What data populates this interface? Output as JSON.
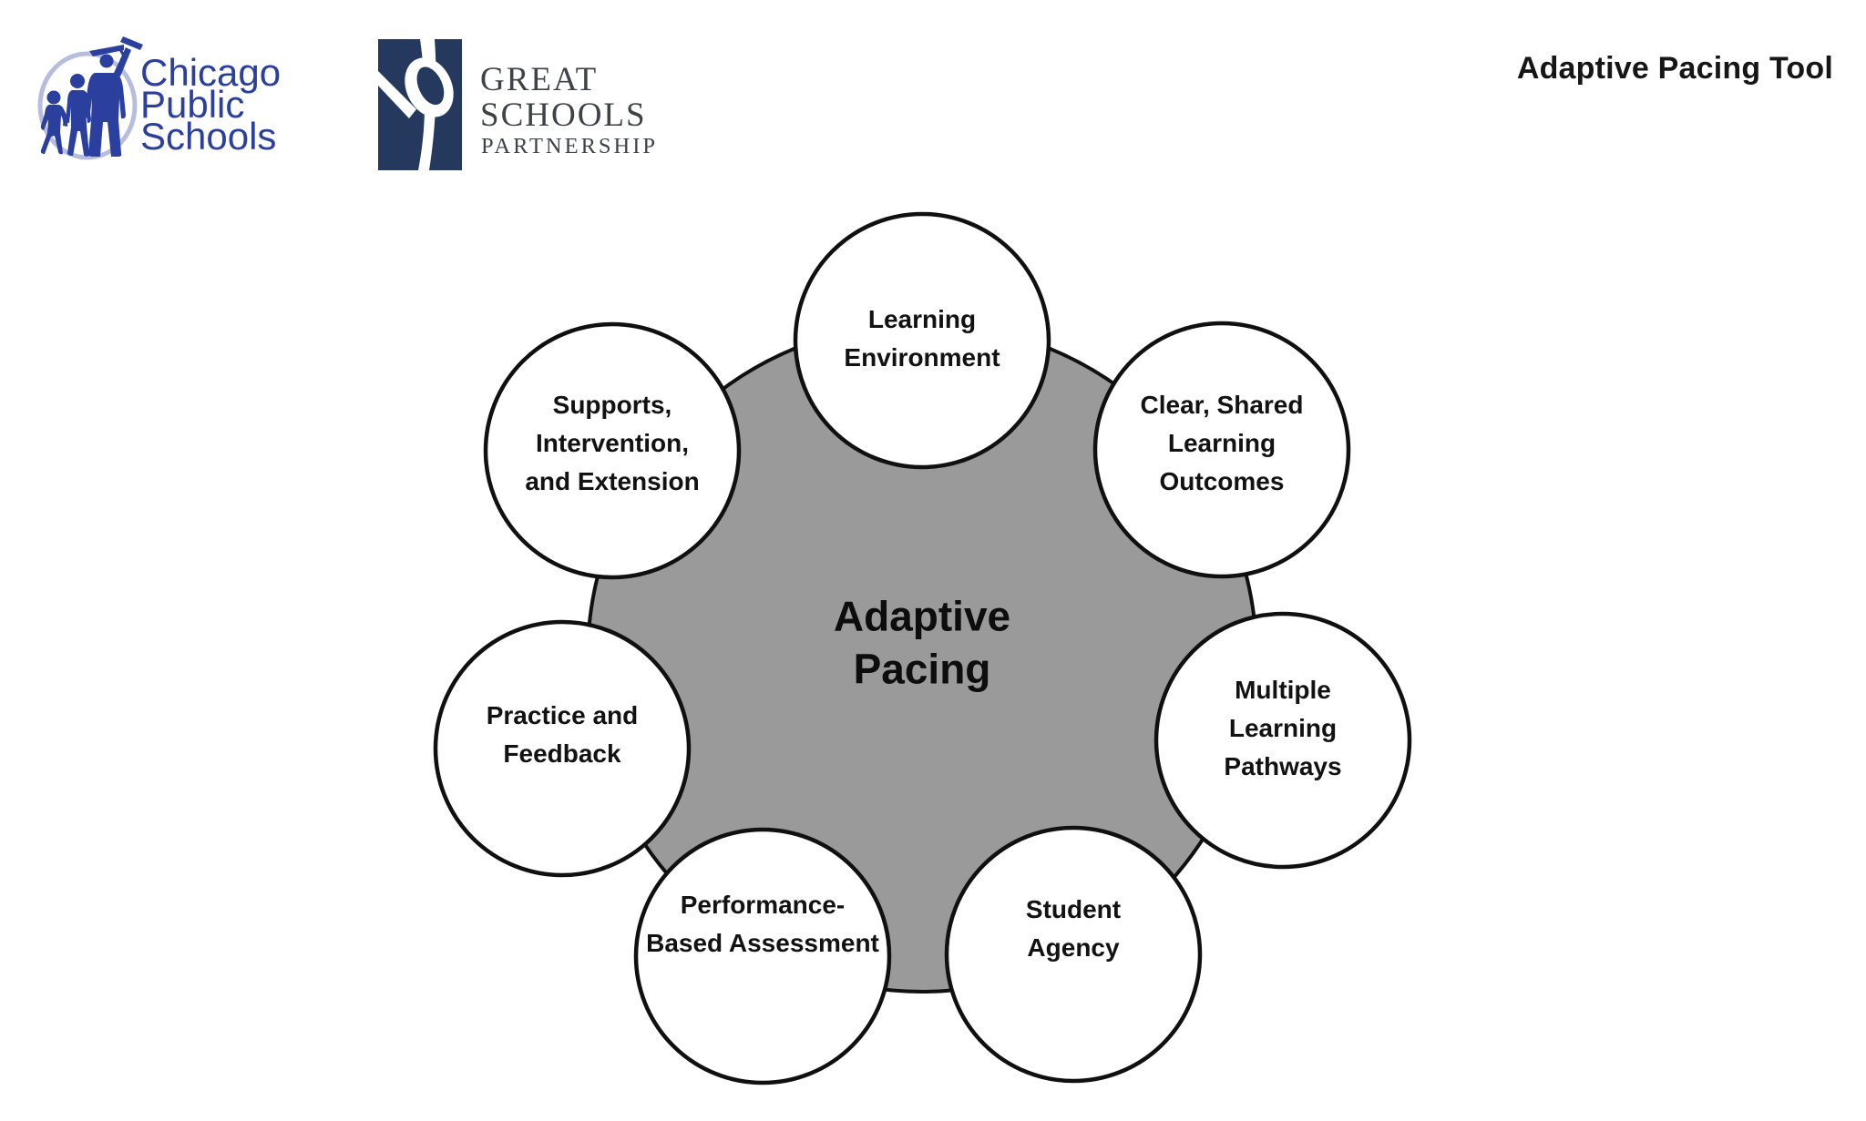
{
  "header": {
    "title": "Adaptive Pacing Tool"
  },
  "logos": {
    "cps": {
      "name": "Chicago Public Schools",
      "line1": "Chicago",
      "line2": "Public",
      "line3": "Schools",
      "blue": "#2B3F9E",
      "oval": "#B7BDDC"
    },
    "gsp": {
      "name": "Great Schools Partnership",
      "line1": "GREAT",
      "line2": "SCHOOLS",
      "line3": "PARTNERSHIP",
      "navy": "#25395E",
      "text_color": "#3E4349"
    }
  },
  "diagram": {
    "center": {
      "label": "Adaptive\nPacing",
      "fill": "#9A9A9A",
      "outline": "#101010"
    },
    "nodes": [
      {
        "label": "Learning\nEnvironment"
      },
      {
        "label": "Clear, Shared\nLearning\nOutcomes"
      },
      {
        "label": "Multiple\nLearning\nPathways"
      },
      {
        "label": "Student\nAgency"
      },
      {
        "label": "Performance-\nBased Assessment"
      },
      {
        "label": "Practice and\nFeedback"
      },
      {
        "label": "Supports,\nIntervention,\nand Extension"
      }
    ]
  }
}
